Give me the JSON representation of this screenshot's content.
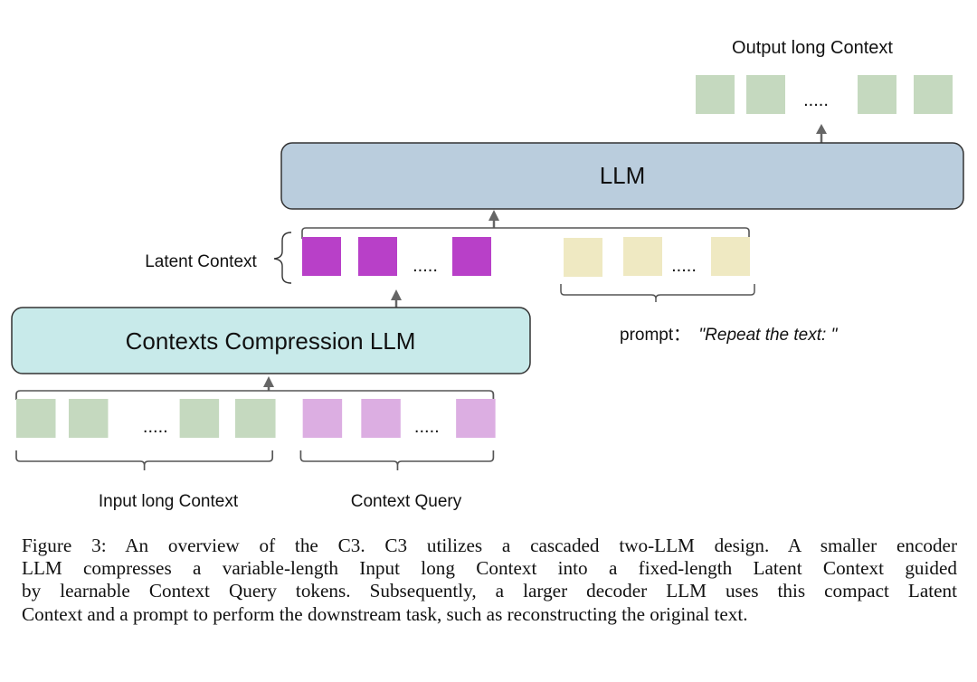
{
  "figure": {
    "output_label": "Output  long Context",
    "llm_label": "LLM",
    "latent_label": "Latent Context",
    "compression_label": "Contexts  Compression LLM",
    "prompt_prefix": "prompt： ",
    "prompt_text": "\"Repeat the text: \"",
    "input_label": "Input long Context",
    "query_label": "Context Query",
    "ellipsis": ".....",
    "colors": {
      "green_token": "#c5d9bf",
      "latent_token": "#b840c8",
      "query_token": "#dcaee2",
      "prompt_token": "#efe9c2",
      "llm_box": "#bacddd",
      "compression_box": "#c8eaea",
      "arrow": "#666666",
      "bracket": "#555555"
    }
  },
  "caption": {
    "lines": [
      "Figure 3:  An overview of the C3.  C3 utilizes a cascaded two-LLM design.  A smaller encoder",
      "LLM compresses a variable-length Input long Context into a fixed-length Latent Context guided",
      "by learnable Context Query tokens. Subsequently, a larger decoder LLM uses this compact Latent",
      "Context and a prompt to perform the downstream task, such as reconstructing the original text."
    ]
  }
}
